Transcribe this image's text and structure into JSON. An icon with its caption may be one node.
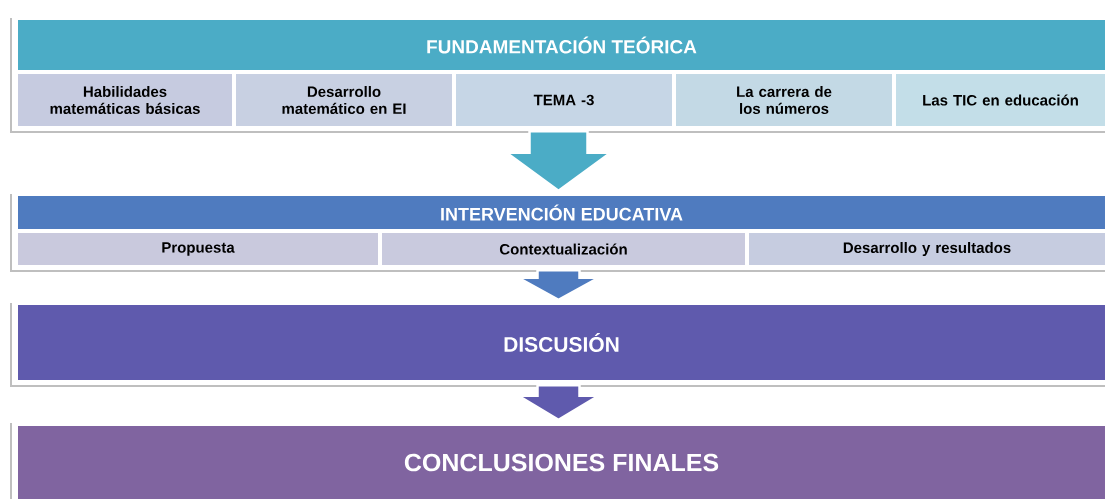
{
  "diagram": {
    "nodes": [
      {
        "text": [
          "FUNDAMENTACIÓN TEÓRICA"
        ]
      },
      {
        "text": [
          "Habilidades matemáticas básicas"
        ],
        "in": 0
      },
      {
        "text": [
          "Desarrollo matemático en EI"
        ],
        "in": 0
      },
      {
        "text": [
          "TEMA -3"
        ],
        "in": 0
      },
      {
        "text": [
          "La carrera de los números"
        ],
        "in": 0
      },
      {
        "text": [
          "Las TIC en educación"
        ],
        "in": 0
      },
      {
        "text": [
          "INTERVENCIÓN EDUCATIVA"
        ]
      },
      {
        "text": [
          "Propuesta"
        ],
        "in": 6
      },
      {
        "text": [
          "Contextualización"
        ],
        "in": 6
      },
      {
        "text": [
          "Desarrollo y resultados"
        ],
        "in": 6
      },
      {
        "text": [
          "DISCUSIÓN"
        ]
      },
      {
        "text": [
          "CONCLUSIONES FINALES"
        ]
      }
    ],
    "edges": [
      {
        "from": 0,
        "to": 6,
        "arrow": "to"
      },
      {
        "from": 6,
        "to": 10,
        "arrow": "to"
      },
      {
        "from": 10,
        "to": 11,
        "arrow": "to"
      }
    ]
  }
}
